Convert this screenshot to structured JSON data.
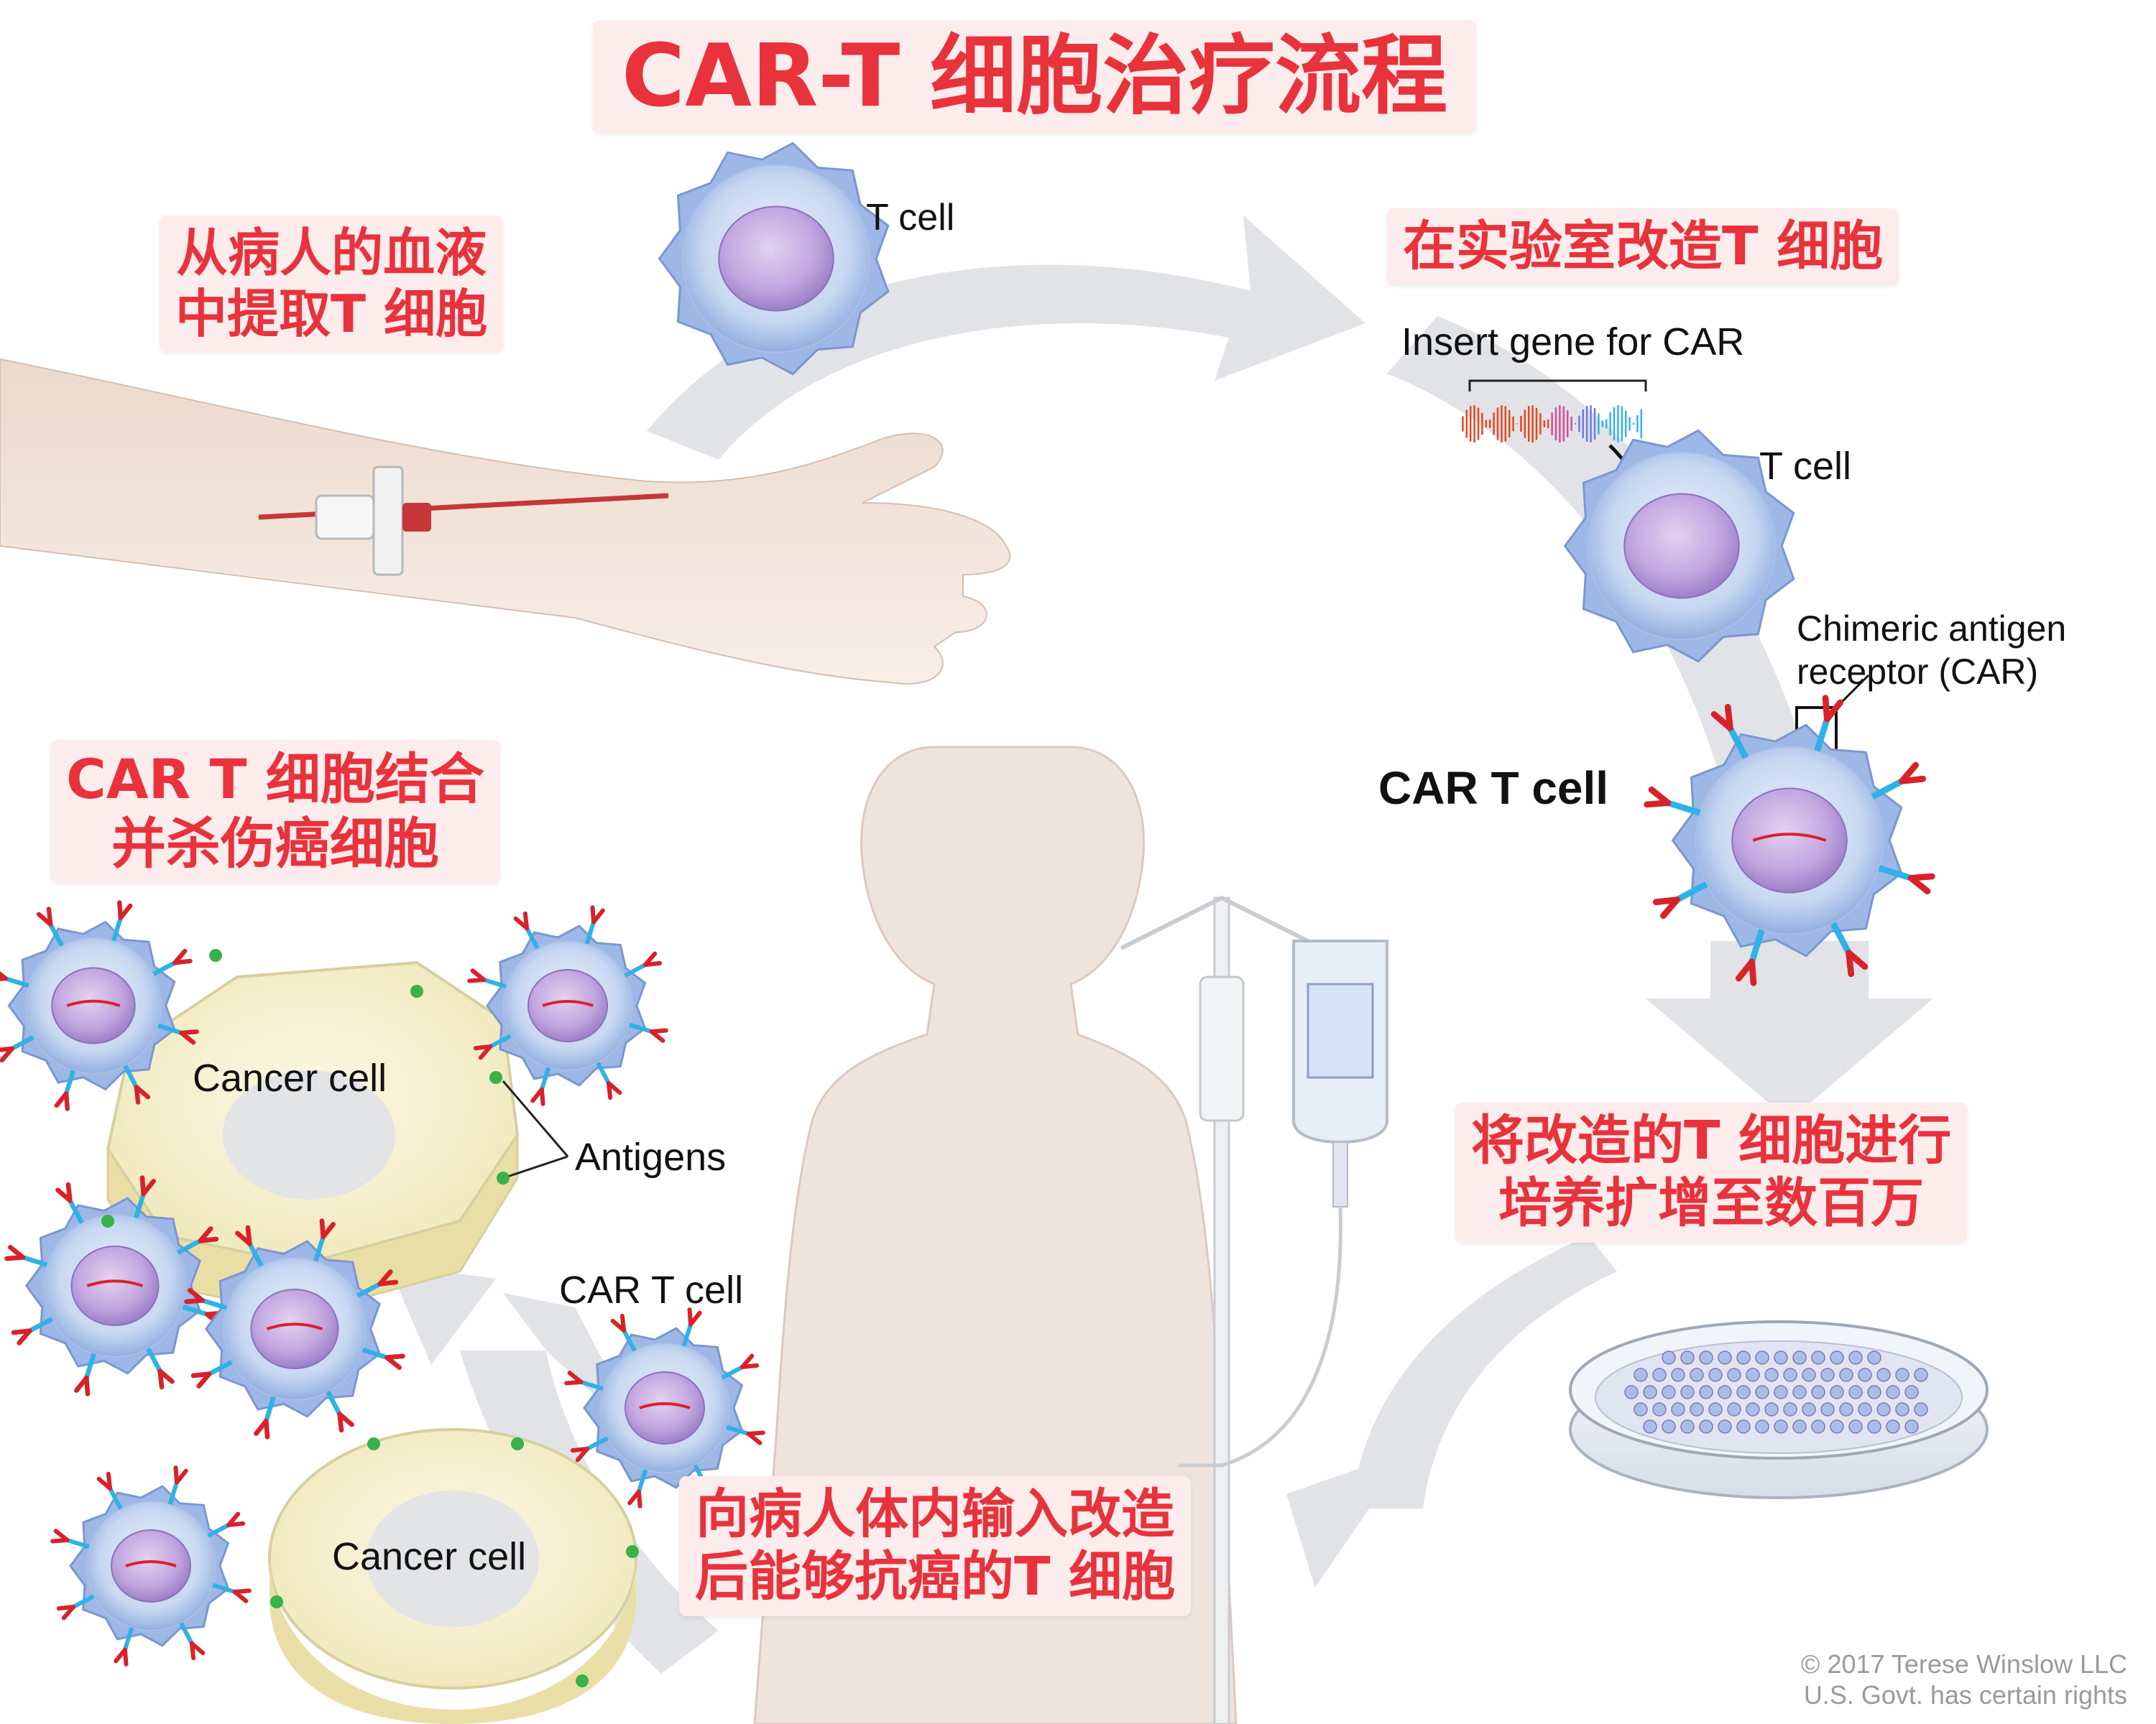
{
  "title": "CAR-T 细胞治疗流程",
  "steps": {
    "step1": [
      "从病人的血液",
      "中提取T 细胞"
    ],
    "step2": [
      "在实验室改造T 细胞"
    ],
    "step3": [
      "将改造的T 细胞进行",
      "培养扩增至数百万"
    ],
    "step4": [
      "向病人体内输入改造",
      "后能够抗癌的T 细胞"
    ],
    "step5": [
      "CAR T 细胞结合",
      "并杀伤癌细胞"
    ]
  },
  "labels": {
    "t_cell_top": "T cell",
    "insert_gene": "Insert gene for CAR",
    "t_cell_right": "T cell",
    "car": [
      "Chimeric antigen",
      "receptor (CAR)"
    ],
    "car_t_cell_bold": "CAR T cell",
    "cancer_cell_top": "Cancer cell",
    "antigens": "Antigens",
    "car_t_cell_small": "CAR T cell",
    "cancer_cell_bottom": "Cancer cell"
  },
  "credit": [
    "© 2017 Terese Winslow LLC",
    "U.S. Govt. has certain rights"
  ],
  "colors": {
    "heading_red": "#e8323c",
    "label_bg": "#fdecec",
    "arrow_gray": "#dfe1e5",
    "cell_blue": "#b9cdee",
    "nucleus_purple": "#bb9ed9",
    "receptor_red": "#d8222b",
    "receptor_blue": "#2fb2e6",
    "antigen_green": "#38b24a",
    "skin": "#f2e5dc",
    "silhouette": "#efe3de",
    "blood": "#cc2a2a"
  },
  "icons": [
    "t-cell-icon",
    "car-t-cell-icon",
    "dna-icon",
    "cancer-cell-icon",
    "petri-dish-icon",
    "iv-bag-icon",
    "iv-pole-icon",
    "arm-icon",
    "patient-silhouette-icon"
  ]
}
